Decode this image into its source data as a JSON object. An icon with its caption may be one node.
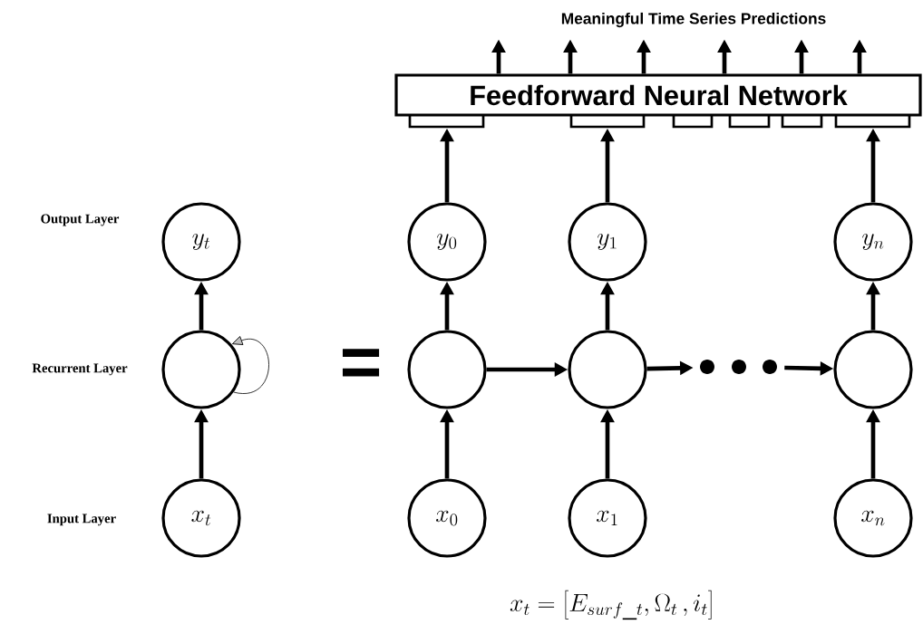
{
  "diagram": {
    "title": "Meaningful Time Series Predictions",
    "nodes": [
      {
        "text": [
          "Feedforward Neural Network"
        ]
      },
      {
        "text": [
          "y_t"
        ]
      },
      {
        "text": [],
        "shape": "circle"
      },
      {
        "text": [
          "x_t"
        ]
      },
      {
        "text": [
          "y_0"
        ]
      },
      {
        "text": [
          "y_1"
        ]
      },
      {
        "text": [
          "y_n"
        ]
      },
      {
        "text": [],
        "shape": "circle"
      },
      {
        "text": [],
        "shape": "circle"
      },
      {
        "text": [],
        "shape": "circle"
      },
      {
        "text": [
          "x_0"
        ]
      },
      {
        "text": [
          "x_1"
        ]
      },
      {
        "text": [
          "x_n"
        ]
      },
      {
        "text": [],
        "shape": "dots"
      }
    ],
    "edges": [
      {
        "from": 3,
        "to": 2,
        "arrow": "to"
      },
      {
        "from": 2,
        "to": 1,
        "arrow": "to"
      },
      {
        "from": 2,
        "to": 2,
        "arrow": "to"
      },
      {
        "from": 10,
        "to": 7,
        "arrow": "to"
      },
      {
        "from": 7,
        "to": 4,
        "arrow": "to"
      },
      {
        "from": 11,
        "to": 8,
        "arrow": "to"
      },
      {
        "from": 8,
        "to": 5,
        "arrow": "to"
      },
      {
        "from": 12,
        "to": 9,
        "arrow": "to"
      },
      {
        "from": 9,
        "to": 6,
        "arrow": "to"
      },
      {
        "from": 7,
        "to": 8,
        "arrow": "to"
      },
      {
        "from": 8,
        "to": 13,
        "arrow": "to"
      },
      {
        "from": 13,
        "to": 9,
        "arrow": "to"
      },
      {
        "from": 4,
        "to": 0,
        "arrow": "to"
      },
      {
        "from": 5,
        "to": 0,
        "arrow": "to"
      },
      {
        "from": 6,
        "to": 0,
        "arrow": "to"
      },
      {
        "from": 0,
        "to": null,
        "arrow": "to"
      },
      {
        "from": 0,
        "to": null,
        "arrow": "to"
      },
      {
        "from": 0,
        "to": null,
        "arrow": "to"
      },
      {
        "from": 0,
        "to": null,
        "arrow": "to"
      },
      {
        "from": 0,
        "to": null,
        "arrow": "to"
      },
      {
        "from": 0,
        "to": null,
        "arrow": "to"
      }
    ],
    "labels": [
      "Output Layer",
      "Recurrent Layer",
      "=",
      "Input Layer",
      "x_t = \\left[E_{surf\\_t}, \\Omega_t\\,, i_t\\right]"
    ]
  }
}
